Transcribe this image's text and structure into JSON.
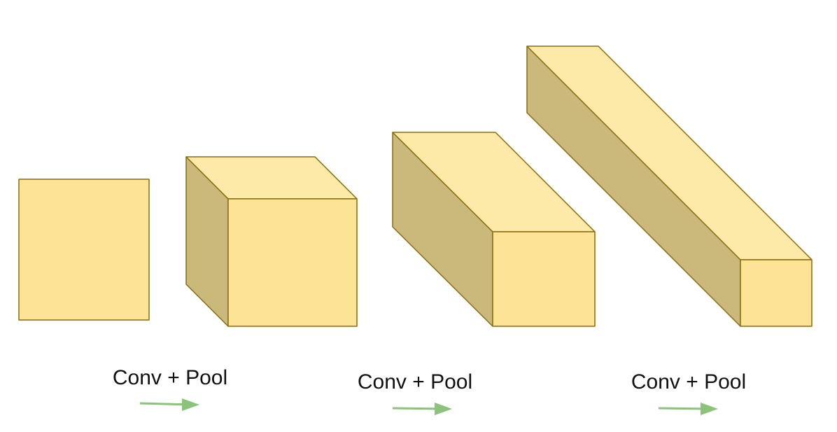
{
  "colors": {
    "front_face": "#fde396",
    "top_face": "#fdeaa8",
    "side_face": "#cbb97c",
    "edge": "#8a6d0b",
    "arrow": "#8cc37a"
  },
  "stages": [
    {
      "label": "Conv + Pool",
      "icon": "right-arrow-icon"
    },
    {
      "label": "Conv + Pool",
      "icon": "right-arrow-icon"
    },
    {
      "label": "Conv + Pool",
      "icon": "right-arrow-icon"
    }
  ]
}
